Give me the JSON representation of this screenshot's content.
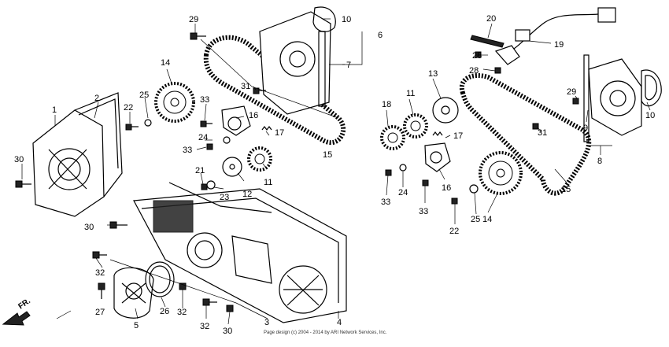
{
  "diagram": {
    "callouts": [
      {
        "id": "c1",
        "label": "1"
      },
      {
        "id": "c2",
        "label": "2"
      },
      {
        "id": "c3",
        "label": "3"
      },
      {
        "id": "c4",
        "label": "4"
      },
      {
        "id": "c5",
        "label": "5"
      },
      {
        "id": "c6",
        "label": "6"
      },
      {
        "id": "c7",
        "label": "7"
      },
      {
        "id": "c8",
        "label": "8"
      },
      {
        "id": "c9",
        "label": "9"
      },
      {
        "id": "c10a",
        "label": "10"
      },
      {
        "id": "c10b",
        "label": "10"
      },
      {
        "id": "c11a",
        "label": "11"
      },
      {
        "id": "c11b",
        "label": "11"
      },
      {
        "id": "c12",
        "label": "12"
      },
      {
        "id": "c13",
        "label": "13"
      },
      {
        "id": "c14a",
        "label": "14"
      },
      {
        "id": "c14b",
        "label": "14"
      },
      {
        "id": "c15a",
        "label": "15"
      },
      {
        "id": "c15b",
        "label": "15"
      },
      {
        "id": "c16a",
        "label": "16"
      },
      {
        "id": "c16b",
        "label": "16"
      },
      {
        "id": "c17a",
        "label": "17"
      },
      {
        "id": "c17b",
        "label": "17"
      },
      {
        "id": "c18",
        "label": "18"
      },
      {
        "id": "c19",
        "label": "19"
      },
      {
        "id": "c20",
        "label": "20"
      },
      {
        "id": "c21",
        "label": "21"
      },
      {
        "id": "c22a",
        "label": "22"
      },
      {
        "id": "c22b",
        "label": "22"
      },
      {
        "id": "c23",
        "label": "23"
      },
      {
        "id": "c24a",
        "label": "24"
      },
      {
        "id": "c24b",
        "label": "24"
      },
      {
        "id": "c25a",
        "label": "25"
      },
      {
        "id": "c25b",
        "label": "25"
      },
      {
        "id": "c26",
        "label": "26"
      },
      {
        "id": "c27",
        "label": "27"
      },
      {
        "id": "c28a",
        "label": "28"
      },
      {
        "id": "c28b",
        "label": "28"
      },
      {
        "id": "c29a",
        "label": "29"
      },
      {
        "id": "c29b",
        "label": "29"
      },
      {
        "id": "c30a",
        "label": "30"
      },
      {
        "id": "c30b",
        "label": "30"
      },
      {
        "id": "c30c",
        "label": "30"
      },
      {
        "id": "c31a",
        "label": "31"
      },
      {
        "id": "c31b",
        "label": "31"
      },
      {
        "id": "c32a",
        "label": "32"
      },
      {
        "id": "c32b",
        "label": "32"
      },
      {
        "id": "c32c",
        "label": "32"
      },
      {
        "id": "c33a",
        "label": "33"
      },
      {
        "id": "c33b",
        "label": "33"
      },
      {
        "id": "c33c",
        "label": "33"
      },
      {
        "id": "c33d",
        "label": "33"
      }
    ],
    "front_label": "FR.",
    "copyright": "Page design (c) 2004 - 2014 by ARI Network Services, Inc."
  }
}
